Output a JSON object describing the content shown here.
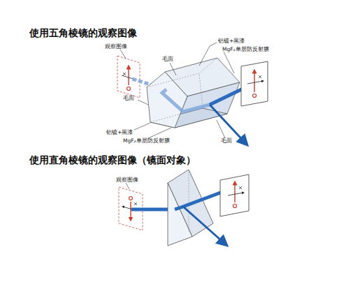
{
  "diagram": {
    "title": "使用五角棱镜的观察图像",
    "labels": [
      "观察图像",
      "毛面",
      "铝镀+黑漆",
      "MgF₂单层防反射膜",
      "毛面",
      "铝镀+黑漆",
      "MgF₂单层防反射膜",
      "毛面",
      "使用直角棱镜的观察图像（镜面对象）",
      "观察图像"
    ]
  }
}
